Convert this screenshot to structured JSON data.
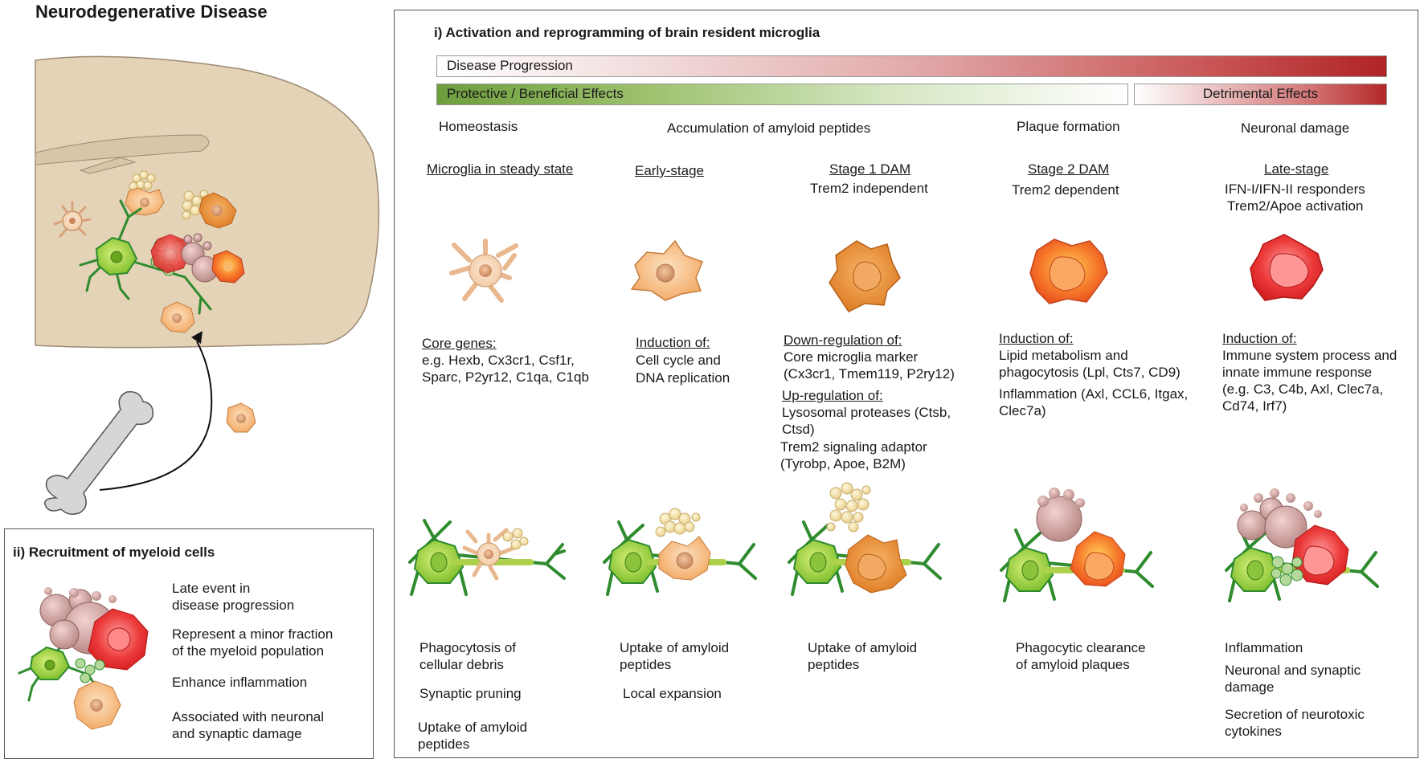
{
  "left": {
    "title": "Neurodegenerative Disease"
  },
  "panel_ii": {
    "title": "ii) Recruitment of myeloid cells",
    "items": [
      [
        "Late event in",
        "disease progression"
      ],
      [
        "Represent a minor fraction",
        "of the myeloid population"
      ],
      [
        "Enhance inflammation"
      ],
      [
        "Associated  with  neuronal",
        "and synaptic damage"
      ]
    ]
  },
  "panel_i": {
    "title": "i) Activation and reprogramming of brain resident microglia",
    "bars": {
      "progress": "Disease Progression",
      "protective": "Protective / Beneficial Effects",
      "detrimental": "Detrimental Effects"
    },
    "phases": [
      "Homeostasis",
      "Accumulation of amyloid peptides",
      "Plaque formation",
      "Neuronal damage"
    ],
    "columns": [
      {
        "heading": "Microglia in steady state",
        "subheading": [],
        "genes_title": "Core genes:",
        "genes": [
          "e.g. Hexb, Cx3cr1, Csf1r,",
          "Sparc, P2yr12, C1qa, C1qb"
        ],
        "genes2_title": "",
        "genes2": [],
        "functions": [
          [
            "Phagocytosis   of",
            "cellular debris"
          ],
          [
            "Synaptic pruning"
          ],
          [
            "Uptake of amyloid",
            "peptides"
          ]
        ]
      },
      {
        "heading": "Early-stage",
        "subheading": [],
        "genes_title": "Induction of:",
        "genes": [
          "Cell cycle and",
          "DNA replication"
        ],
        "genes2_title": "",
        "genes2": [],
        "functions": [
          [
            "Uptake  of  amyloid",
            "peptides"
          ],
          [
            "Local expansion"
          ]
        ]
      },
      {
        "heading": "Stage 1 DAM",
        "subheading": [
          "Trem2 independent"
        ],
        "genes_title": "Down-regulation of:",
        "genes": [
          "Core microglia marker",
          "(Cx3cr1, Tmem119, P2ry12)"
        ],
        "genes2_title": "Up-regulation of:",
        "genes2": [
          "Lysosomal proteases (Ctsb,",
          "Ctsd)",
          "Trem2 signaling adaptor",
          "(Tyrobp, Apoe, B2M)"
        ],
        "functions": [
          [
            "Uptake of amyloid",
            "peptides"
          ]
        ]
      },
      {
        "heading": "Stage 2 DAM",
        "subheading": [
          "Trem2 dependent"
        ],
        "genes_title": "Induction of:",
        "genes": [
          "Lipid metabolism and",
          "phagocytosis (Lpl, Cts7, CD9)",
          "Inflammation (Axl, CCL6, Itgax,",
          "Clec7a)"
        ],
        "genes2_title": "",
        "genes2": [],
        "functions": [
          [
            "Phagocytic   clearance",
            "of amyloid plaques"
          ]
        ]
      },
      {
        "heading": "Late-stage",
        "subheading": [
          "IFN-I/IFN-II responders",
          "Trem2/Apoe activation"
        ],
        "genes_title": "Induction of:",
        "genes": [
          "Immune system process and",
          "innate immune  response",
          "(e.g. C3, C4b, Axl, Clec7a,",
          "Cd74, Irf7)"
        ],
        "genes2_title": "",
        "genes2": [],
        "functions": [
          [
            "Inflammation"
          ],
          [
            "Neuronal and synaptic",
            "damage"
          ],
          [
            "Secretion of neurotoxic",
            "cytokines"
          ]
        ]
      }
    ]
  }
}
